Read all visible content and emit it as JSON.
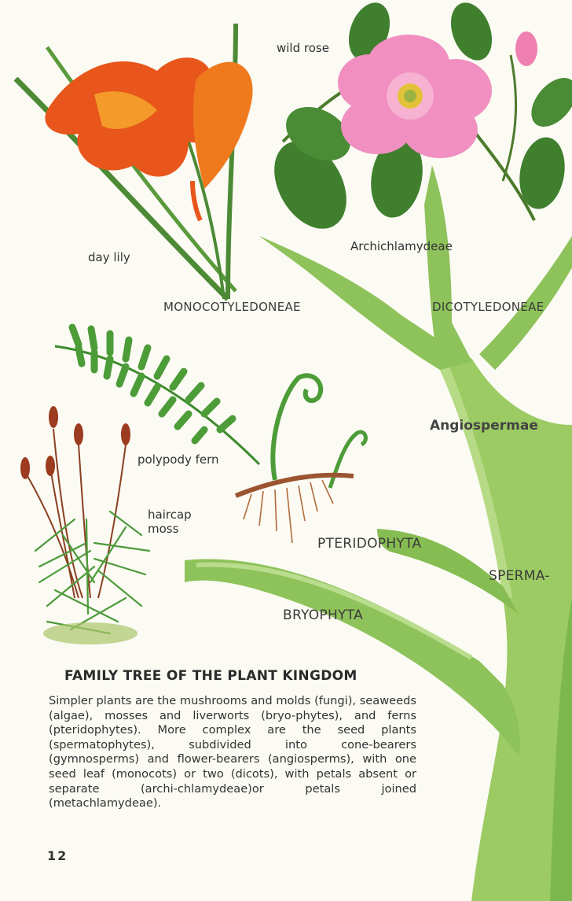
{
  "labels": {
    "wild_rose": "wild rose",
    "day_lily": "day lily",
    "archichlamydeae": "Archichlamydeae",
    "monocotyledoneae": "MONOCOTYLEDONEAE",
    "dicotyledoneae": "DICOTYLEDONEAE",
    "angiospermae": "Angiospermae",
    "polypody_fern": "polypody fern",
    "haircap_moss": "haircap\nmoss",
    "pteridophyta": "PTERIDOPHYTA",
    "sperma": "SPERMA-",
    "bryophyta": "BRYOPHYTA"
  },
  "caption": {
    "title": "FAMILY TREE OF THE PLANT KINGDOM",
    "body": "Simpler plants are the mushrooms and molds (fungi), seaweeds (algae), mosses and liverworts (bryo-phytes), and ferns (pteridophytes). More complex are the seed plants (spermatophytes), subdivided into cone-bearers (gymnosperms) and flower-bearers (angiosperms), with one seed leaf (monocots) or two (dicots), with petals absent or separate (archi-chlamydeae)or petals joined (metachlamydeae)."
  },
  "page_number": "12",
  "colors": {
    "background": "#fbfaf3",
    "trunk": "#9ccb63",
    "trunk_shade": "#6fa844",
    "lily": "#e8561c",
    "rose": "#f18fc0",
    "leaf": "#3f7f2e"
  }
}
